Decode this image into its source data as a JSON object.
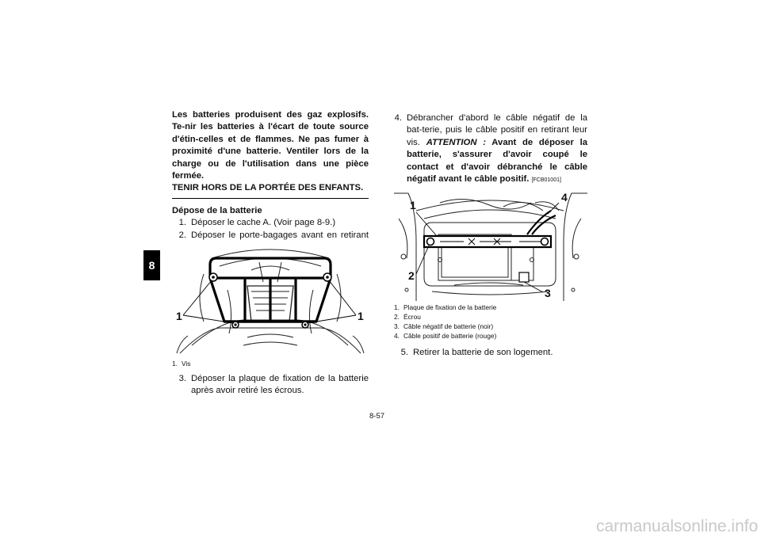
{
  "chapter_tab": "8",
  "left_column": {
    "warning_text": "Les batteries produisent des gaz explosifs. Te-nir les batteries à l'écart de toute source d'étin-celles et de flammes. Ne pas fumer à proximité d'une batterie. Ventiler lors de la charge ou de l'utilisation dans une pièce fermée.",
    "warning_caps": "TENIR HORS DE LA PORTÉE DES ENFANTS.",
    "section_title": "Dépose de la batterie",
    "steps": [
      {
        "num": "1.",
        "text": "Déposer le cache A. (Voir page 8-9.)"
      },
      {
        "num": "2.",
        "text": "Déposer le porte-bagages avant en retirant ses vis."
      }
    ],
    "figure_callouts": [
      "1",
      "1"
    ],
    "figure_caption": [
      {
        "num": "1.",
        "text": "Vis"
      }
    ],
    "step3": {
      "num": "3.",
      "text": "Déposer la plaque de fixation de la batterie après avoir retiré les écrous."
    }
  },
  "right_column": {
    "step4": {
      "num": "4.",
      "text": "Débrancher d'abord le câble négatif de la bat-terie, puis le câble positif en retirant leur vis.",
      "attention_tag": "ATTENTION :",
      "attention_text": "Avant de déposer la batterie, s'assurer d'avoir coupé le contact et d'avoir débranché le câble négatif avant le câble positif.",
      "code": "[FCB01001]"
    },
    "figure_callouts": [
      "1",
      "4",
      "2",
      "3"
    ],
    "figure_caption": [
      {
        "num": "1.",
        "text": "Plaque de fixation de la batterie"
      },
      {
        "num": "2.",
        "text": "Écrou"
      },
      {
        "num": "3.",
        "text": "Câble négatif de batterie (noir)"
      },
      {
        "num": "4.",
        "text": "Câble positif de batterie (rouge)"
      }
    ],
    "step5": {
      "num": "5.",
      "text": "Retirer la batterie de son logement."
    }
  },
  "page_number": "8-57",
  "watermark": "carmanualsonline.info"
}
